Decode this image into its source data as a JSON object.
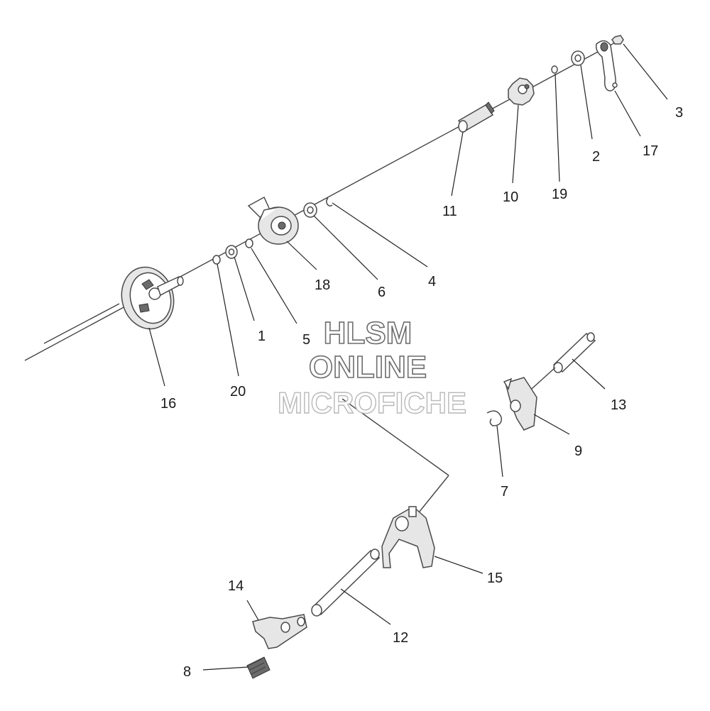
{
  "watermark": {
    "line1": "HLSM",
    "line2": "ONLINE",
    "line3": "MICROFICHE"
  },
  "callouts": {
    "c1": "1",
    "c2": "2",
    "c3": "3",
    "c4": "4",
    "c5": "5",
    "c6": "6",
    "c7": "7",
    "c8": "8",
    "c9": "9",
    "c10": "10",
    "c11": "11",
    "c12": "12",
    "c13": "13",
    "c14": "14",
    "c15": "15",
    "c16": "16",
    "c17": "17",
    "c18": "18",
    "c19": "19",
    "c20": "20"
  }
}
